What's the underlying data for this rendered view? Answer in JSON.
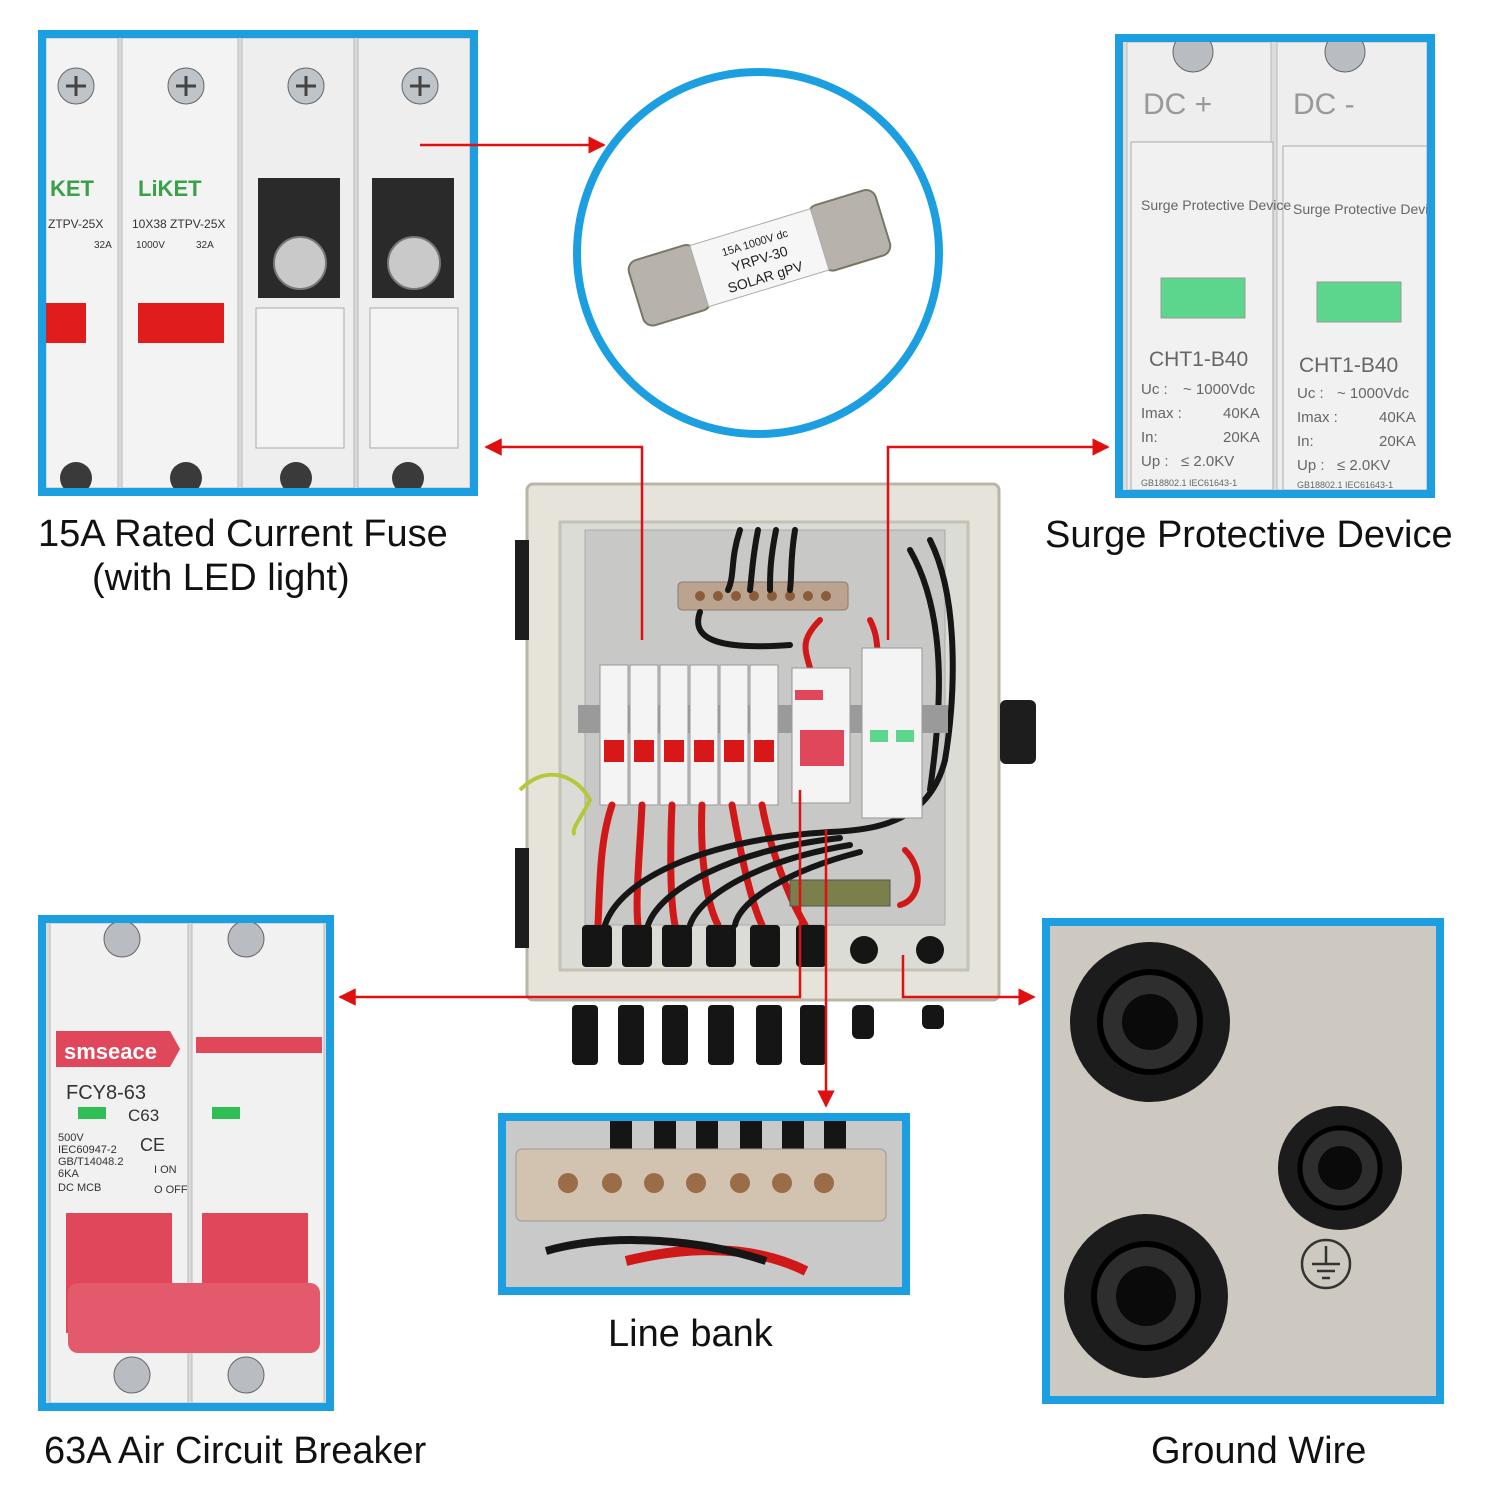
{
  "captions": {
    "fuse_line1": "15A Rated Current Fuse",
    "fuse_line2": "(with LED light)",
    "spd": "Surge Protective Device",
    "breaker": "63A Air Circuit Breaker",
    "line_bank": "Line bank",
    "ground": "Ground Wire"
  },
  "fuse_holder": {
    "brand": "LiKET",
    "brand_partial": "KET",
    "model": "10X38 ZTPV-25X",
    "model_partial": "ZTPV-25X",
    "rating": "1000V",
    "current": "32A"
  },
  "fuse_cartridge": {
    "line1": "SOLAR gPV",
    "line2": "YRPV-30",
    "line3": "15A 1000V dc"
  },
  "spd": {
    "pole_left": "DC +",
    "pole_right": "DC -",
    "title": "Surge Protective Device",
    "model": "CHT1-B40",
    "uc_label": "Uc :",
    "uc_value": "~ 1000Vdc",
    "imax_label": "Imax :",
    "imax_value": "40KA",
    "in_label": "In:",
    "in_value": "20KA",
    "up_label": "Up :",
    "up_value": "≤ 2.0KV",
    "standard": "GB18802.1 IEC61643-1"
  },
  "breaker": {
    "brand": "smseace",
    "model": "FCY8-63",
    "rating": "C63",
    "voltage": "500V",
    "std1": "IEC60947-2",
    "std2": "GB/T14048.2",
    "capacity": "6KA",
    "type": "DC MCB",
    "on": "I ON",
    "off": "O OFF",
    "ce": "CE"
  },
  "colors": {
    "frame": "#1c9fe0",
    "arrow": "#e01010",
    "enclosure": "#e3e1d6",
    "breaker_red": "#e0475a",
    "spd_window": "#5bd68c"
  },
  "icons": [
    "screw-icon",
    "ground-symbol-icon",
    "cable-gland-icon",
    "fuse-icon"
  ]
}
